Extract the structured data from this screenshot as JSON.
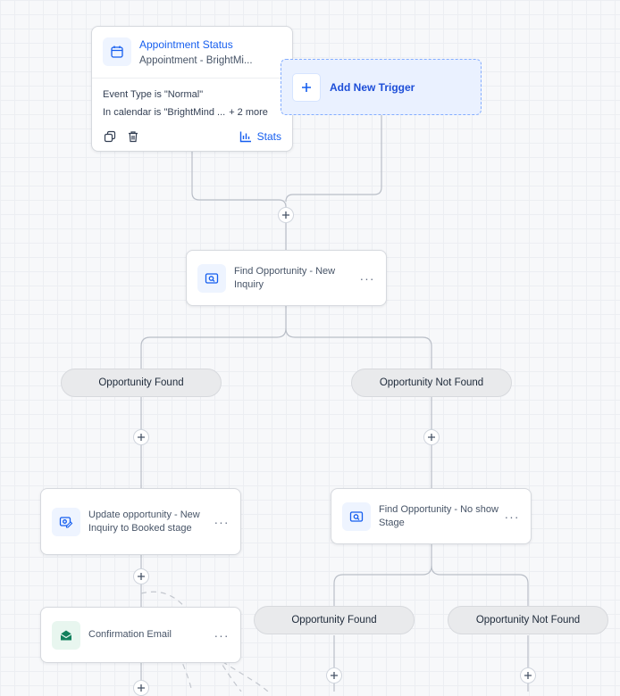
{
  "trigger": {
    "title": "Appointment Status",
    "subtitle": "Appointment - BrightMi...",
    "conditions": [
      "Event Type is \"Normal\"",
      "In calendar is \"BrightMind ..."
    ],
    "more": "+ 2 more",
    "stats_label": "Stats",
    "icon": "calendar-icon"
  },
  "add_trigger": {
    "label": "Add New Trigger"
  },
  "actions": {
    "find_new_inquiry": "Find Opportunity - New Inquiry",
    "update_opportunity": "Update opportunity - New Inquiry to Booked stage",
    "find_no_show": "Find Opportunity - No show Stage",
    "confirmation_email": "Confirmation Email"
  },
  "branches": {
    "found_1": "Opportunity Found",
    "not_found_1": "Opportunity Not Found",
    "found_2": "Opportunity Found",
    "not_found_2": "Opportunity Not Found"
  },
  "colors": {
    "accent": "#155eef",
    "canvas": "#f7f8fa",
    "email_icon": "#12805c"
  }
}
